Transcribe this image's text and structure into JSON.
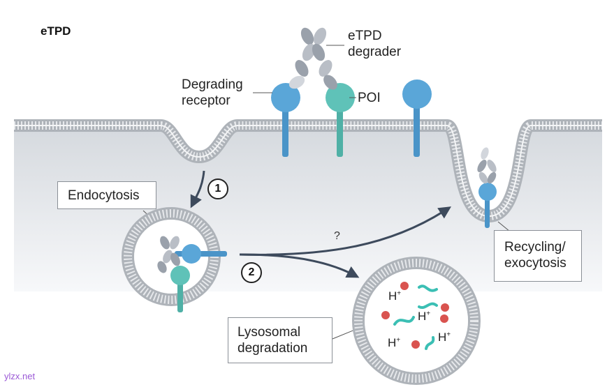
{
  "title": "eTPD",
  "labels": {
    "degrader": "eTPD\ndegrader",
    "degrading_receptor": "Degrading\nreceptor",
    "poi": "POI",
    "endocytosis": "Endocytosis",
    "recycling": "Recycling/\nexocytosis",
    "lysosomal": "Lysosomal\ndegradation",
    "question": "?"
  },
  "steps": [
    "1",
    "2"
  ],
  "proton": {
    "base": "H",
    "charge": "+"
  },
  "watermark": "ylzx.net",
  "colors": {
    "receptor_blue": "#5aa6d8",
    "poi_teal": "#5fc2b8",
    "membrane": "#c4c8cc",
    "cytoplasm": "#e8ebef",
    "arrow": "#3d4a5c",
    "peptide": "#3bbfb4",
    "enzyme": "#d9534f"
  }
}
